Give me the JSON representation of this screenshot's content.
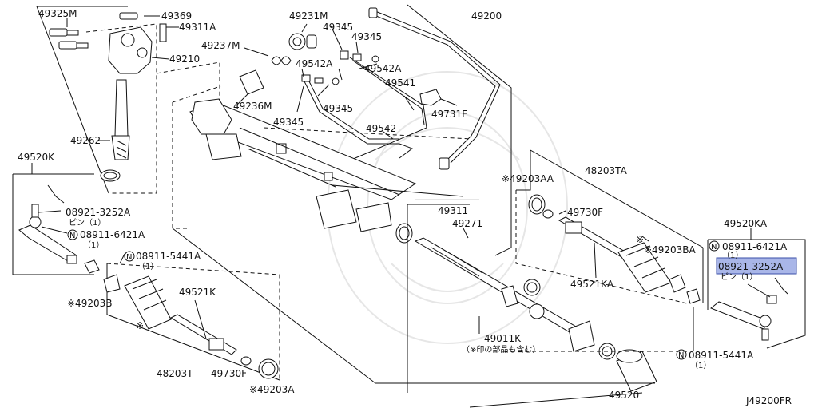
{
  "diagram_id": "J49200FR",
  "labels": {
    "l49325M": "49325M",
    "l49369": "49369",
    "l49311A": "49311A",
    "l49210": "49210",
    "l49262": "49262",
    "l49231M": "49231M",
    "l49237M": "49237M",
    "l49236M": "49236M",
    "l49345a": "49345",
    "l49345b": "49345",
    "l49345c": "49345",
    "l49345d": "49345",
    "l49542Aa": "49542A",
    "l49542Ab": "49542A",
    "l49541": "49541",
    "l49731F": "49731F",
    "l49542": "49542",
    "l49200": "49200",
    "l49311": "49311",
    "l49271": "49271",
    "l49520K": "49520K",
    "l08921L": "08921-3252A",
    "l08921Lpin": "ピン（1）",
    "l08911L": "08911-6421A",
    "l08911Lq": "（1）",
    "l08911M": "08911-5441A",
    "l08911Mq": "（1）",
    "l49203B": "※49203B",
    "l49521K": "49521K",
    "l48203T": "48203T",
    "l49730Fa": "49730F",
    "l49203A": "※49203A",
    "l49011K": "49011K",
    "l49011Knote": "（※印の部品も含む）",
    "l49520": "49520",
    "l49203AA": "※49203AA",
    "l48203TA": "48203TA",
    "l49730Fb": "49730F",
    "l49203BA": "※49203BA",
    "l49521KA": "49521KA",
    "l49520KA": "49520KA",
    "l08911R": "08911-6421A",
    "l08911Rq": "（1）",
    "l08921R": "08921-3252A",
    "l08921Rpin": "ピン（1）",
    "l08911R2": "08911-5441A",
    "l08911R2q": "（1）",
    "star": "※",
    "n": "N"
  },
  "highlight": "08921-3252A"
}
